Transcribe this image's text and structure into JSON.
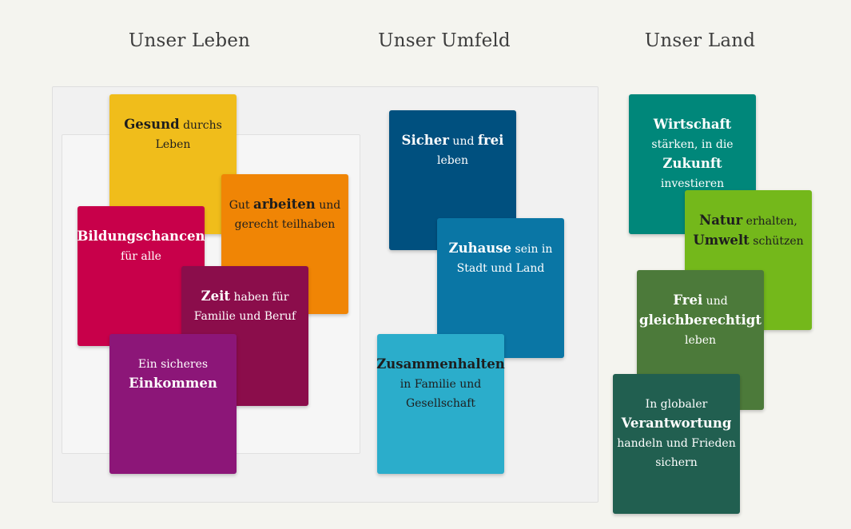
{
  "columns": {
    "leben": {
      "title": "Unser Leben"
    },
    "umfeld": {
      "title": "Unser Umfeld"
    },
    "land": {
      "title": "Unser Land"
    }
  },
  "cards": {
    "gesund": {
      "bold": "Gesund",
      "l1_rest": "durchs",
      "l2": "Leben",
      "color": "#f0bd1b"
    },
    "arbeiten": {
      "pre": "Gut",
      "bold": "arbeiten",
      "post": "und",
      "l2": "gerecht teilhaben",
      "color": "#f08505"
    },
    "bildung": {
      "bold": "Bildungschancen",
      "l2": "für alle",
      "color": "#c8004a"
    },
    "zeit": {
      "bold": "Zeit",
      "l1_rest": "haben für",
      "l2": "Familie und Beruf",
      "color": "#8b0d4b"
    },
    "einkommen": {
      "l1": "Ein sicheres",
      "bold": "Einkommen",
      "color": "#8c1678"
    },
    "sicher": {
      "bold1": "Sicher",
      "mid": "und",
      "bold2": "frei",
      "l2": "leben",
      "color": "#00507f"
    },
    "zuhause": {
      "bold": "Zuhause",
      "l1_rest": "sein in",
      "l2": "Stadt und Land",
      "color": "#0a76a5"
    },
    "zusammen": {
      "bold": "Zusammenhalten",
      "l2": "in Familie und",
      "l3": "Gesellschaft",
      "color": "#2badcb"
    },
    "wirtschaft": {
      "bold1": "Wirtschaft",
      "l2": "stärken, in die",
      "bold2": "Zukunft",
      "l4": "investieren",
      "color": "#00877a"
    },
    "natur": {
      "bold1": "Natur",
      "l1_rest": "erhalten,",
      "bold2": "Umwelt",
      "l2_rest": "schützen",
      "color": "#74b81b"
    },
    "frei": {
      "bold1": "Frei",
      "l1_rest": "und",
      "bold2": "gleichberechtigt",
      "l3": "leben",
      "color": "#4c7a3a"
    },
    "verantwortung": {
      "l1": "In globaler",
      "bold": "Verantwortung",
      "l3": "handeln und Frieden",
      "l4": "sichern",
      "color": "#215f50"
    }
  }
}
